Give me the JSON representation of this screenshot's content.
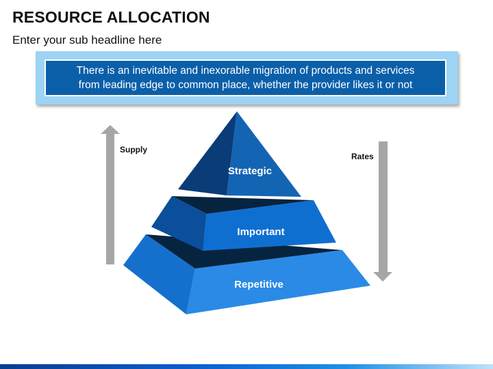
{
  "header": {
    "title": "RESOURCE ALLOCATION",
    "subtitle": "Enter your sub headline here"
  },
  "banner": {
    "line1": "There is an inevitable and inexorable migration of products and services",
    "line2": "from leading edge to common place, whether the provider likes it or not"
  },
  "arrows": {
    "left_label": "Supply",
    "right_label": "Rates"
  },
  "pyramid": {
    "levels": [
      {
        "label": "Strategic"
      },
      {
        "label": "Important"
      },
      {
        "label": "Repetitive"
      }
    ]
  },
  "colors": {
    "banner_outer": "#9dd3f3",
    "banner_inner": "#0b5fa9",
    "arrow_gray": "#a6a6a6",
    "top_front": "#1464b4",
    "top_side": "#0a3c78",
    "mid_front": "#0f6fd1",
    "mid_side": "#0b4f9c",
    "bottom_front": "#2a8ae6",
    "bottom_side": "#1570cd",
    "shadow": "#06243f"
  }
}
